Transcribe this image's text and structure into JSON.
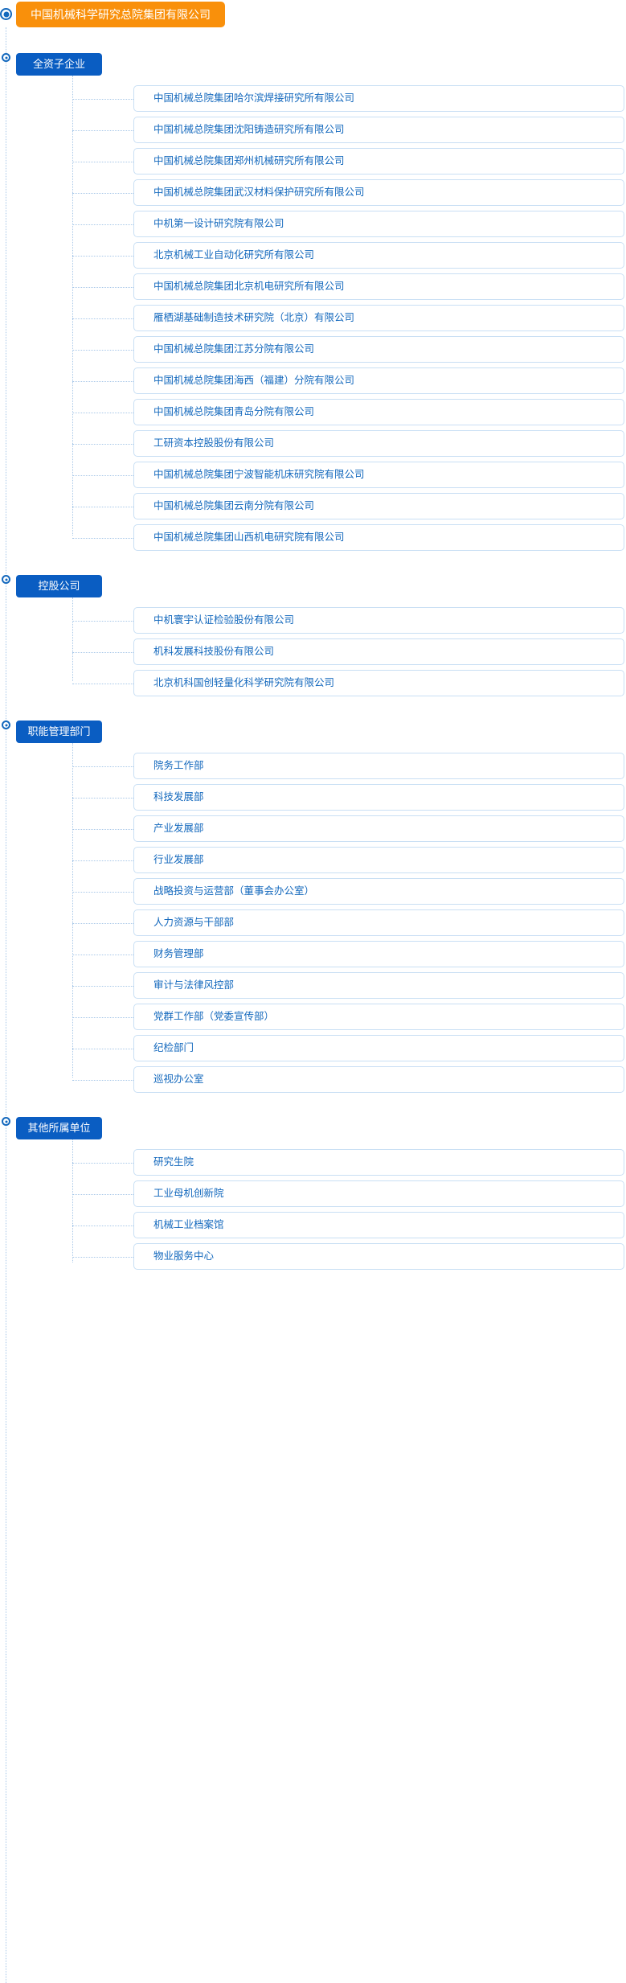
{
  "theme": {
    "root_bg": "#f9900b",
    "category_bg": "#0a5dc2",
    "leaf_text": "#1368bd",
    "leaf_border": "#c9dff4",
    "connector": "#a9c8e8",
    "page_bg": "#ffffff"
  },
  "root": {
    "label": "中国机械科学研究总院集团有限公司"
  },
  "groups": [
    {
      "label": "全资子企业",
      "items": [
        "中国机械总院集团哈尔滨焊接研究所有限公司",
        "中国机械总院集团沈阳铸造研究所有限公司",
        "中国机械总院集团郑州机械研究所有限公司",
        "中国机械总院集团武汉材料保护研究所有限公司",
        "中机第一设计研究院有限公司",
        "北京机械工业自动化研究所有限公司",
        "中国机械总院集团北京机电研究所有限公司",
        "雁栖湖基础制造技术研究院（北京）有限公司",
        "中国机械总院集团江苏分院有限公司",
        "中国机械总院集团海西（福建）分院有限公司",
        "中国机械总院集团青岛分院有限公司",
        "工研资本控股股份有限公司",
        "中国机械总院集团宁波智能机床研究院有限公司",
        "中国机械总院集团云南分院有限公司",
        "中国机械总院集团山西机电研究院有限公司"
      ]
    },
    {
      "label": "控股公司",
      "items": [
        "中机寰宇认证检验股份有限公司",
        "机科发展科技股份有限公司",
        "北京机科国创轻量化科学研究院有限公司"
      ]
    },
    {
      "label": "职能管理部门",
      "items": [
        "院务工作部",
        "科技发展部",
        "产业发展部",
        "行业发展部",
        "战略投资与运营部（董事会办公室）",
        "人力资源与干部部",
        "财务管理部",
        "审计与法律风控部",
        "党群工作部（党委宣传部）",
        "纪检部门",
        "巡视办公室"
      ]
    },
    {
      "label": "其他所属单位",
      "items": [
        "研究生院",
        "工业母机创新院",
        "机械工业档案馆",
        "物业服务中心"
      ]
    }
  ]
}
